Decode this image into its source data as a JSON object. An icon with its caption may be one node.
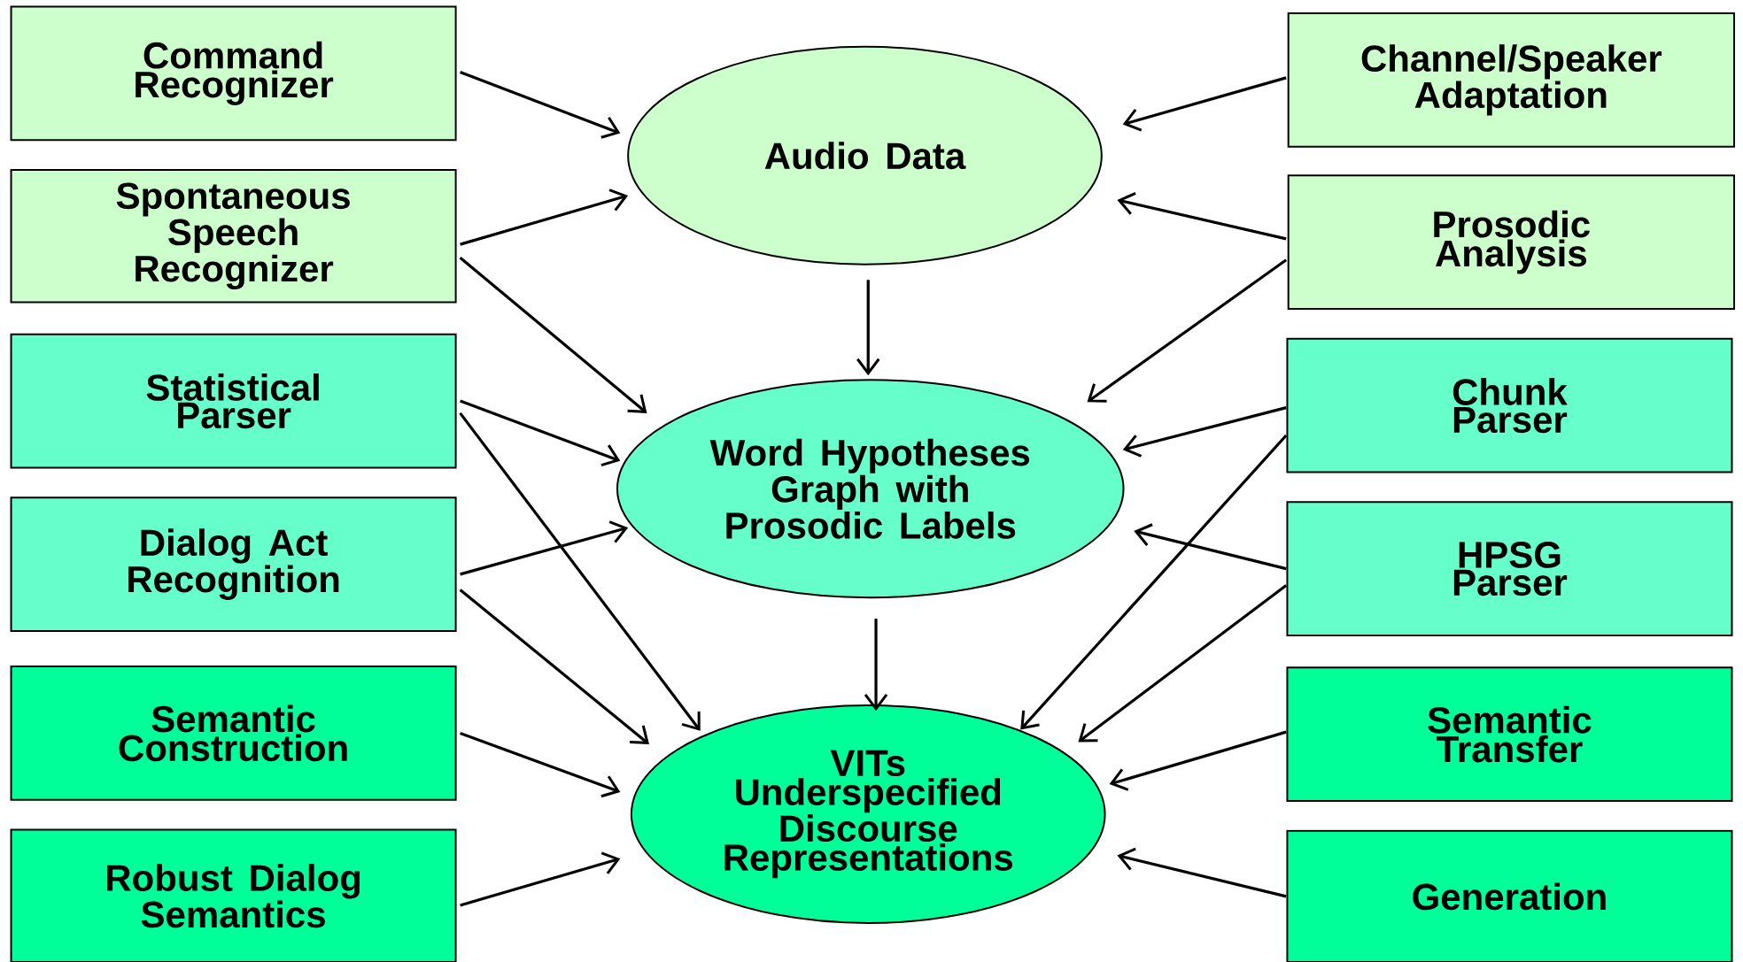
{
  "diagram": {
    "nodes": [
      {
        "text": [
          "Command Recognizer"
        ]
      },
      {
        "text": [
          "Channel/Speaker Adaptation"
        ]
      },
      {
        "text": [
          "Audio Data"
        ]
      },
      {
        "text": [
          "Spontaneous Speech Recognizer"
        ]
      },
      {
        "text": [
          "Prosodic Analysis"
        ]
      },
      {
        "text": [
          "Statistical Parser"
        ]
      },
      {
        "text": [
          "Chunk Parser"
        ]
      },
      {
        "text": [
          "Word Hypotheses Graph with Prosodic Labels"
        ]
      },
      {
        "text": [
          "Dialog Act Recognition"
        ]
      },
      {
        "text": [
          "HPSG Parser"
        ]
      },
      {
        "text": [
          "Semantic Construction"
        ]
      },
      {
        "text": [
          "Semantic Transfer"
        ]
      },
      {
        "text": [
          "VITs Underspecified Discourse Representations"
        ]
      },
      {
        "text": [
          "Robust Dialog Semantics"
        ]
      },
      {
        "text": [
          "Generation"
        ]
      }
    ],
    "edges": [
      {
        "from": 0,
        "to": 2,
        "arrow": "to"
      },
      {
        "from": 1,
        "to": 2,
        "arrow": "to"
      },
      {
        "from": 3,
        "to": 2,
        "arrow": "to"
      },
      {
        "from": 3,
        "to": 7,
        "arrow": "to"
      },
      {
        "from": 4,
        "to": 2,
        "arrow": "to"
      },
      {
        "from": 4,
        "to": 7,
        "arrow": "to"
      },
      {
        "from": 2,
        "to": 7,
        "arrow": "to"
      },
      {
        "from": 5,
        "to": 7,
        "arrow": "to"
      },
      {
        "from": 5,
        "to": 12,
        "arrow": "to"
      },
      {
        "from": 6,
        "to": 7,
        "arrow": "to"
      },
      {
        "from": 6,
        "to": 12,
        "arrow": "to"
      },
      {
        "from": 8,
        "to": 7,
        "arrow": "to"
      },
      {
        "from": 8,
        "to": 12,
        "arrow": "to"
      },
      {
        "from": 9,
        "to": 7,
        "arrow": "to"
      },
      {
        "from": 9,
        "to": 12,
        "arrow": "to"
      },
      {
        "from": 7,
        "to": 12,
        "arrow": "to"
      },
      {
        "from": 10,
        "to": 12,
        "arrow": "to"
      },
      {
        "from": 11,
        "to": 12,
        "arrow": "to"
      },
      {
        "from": 13,
        "to": 12,
        "arrow": "to"
      },
      {
        "from": 14,
        "to": 12,
        "arrow": "to"
      }
    ]
  }
}
